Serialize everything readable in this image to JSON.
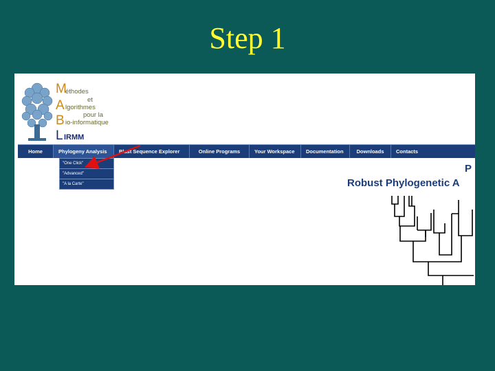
{
  "slide": {
    "title": "Step 1",
    "background": "#0c5a58",
    "title_color": "#ffff33"
  },
  "logo": {
    "letter_m": "M",
    "word_m": "éthodes",
    "word_et": "et",
    "letter_a": "A",
    "word_a": "lgorithmes",
    "word_pour": "pour la",
    "letter_b": "B",
    "word_b": "io-informatique",
    "letter_l": "L",
    "word_l": "IRMM"
  },
  "nav": {
    "items": [
      {
        "label": "Home"
      },
      {
        "label": "Phylogeny Analysis"
      },
      {
        "label": "Blast Sequence Explorer"
      },
      {
        "label": "Online Programs"
      },
      {
        "label": "Your Workspace"
      },
      {
        "label": "Documentation"
      },
      {
        "label": "Downloads"
      },
      {
        "label": "Contacts"
      }
    ],
    "active_index": 1,
    "color": "#1b3d7a"
  },
  "dropdown": {
    "items": [
      {
        "label": "\"One Click\""
      },
      {
        "label": "\"Advanced\""
      },
      {
        "label": "\"A la Carte\""
      }
    ]
  },
  "page": {
    "heading_line1": "P",
    "heading_line2": "Robust Phylogenetic A"
  },
  "annotation": {
    "arrow_color": "#e01010"
  }
}
